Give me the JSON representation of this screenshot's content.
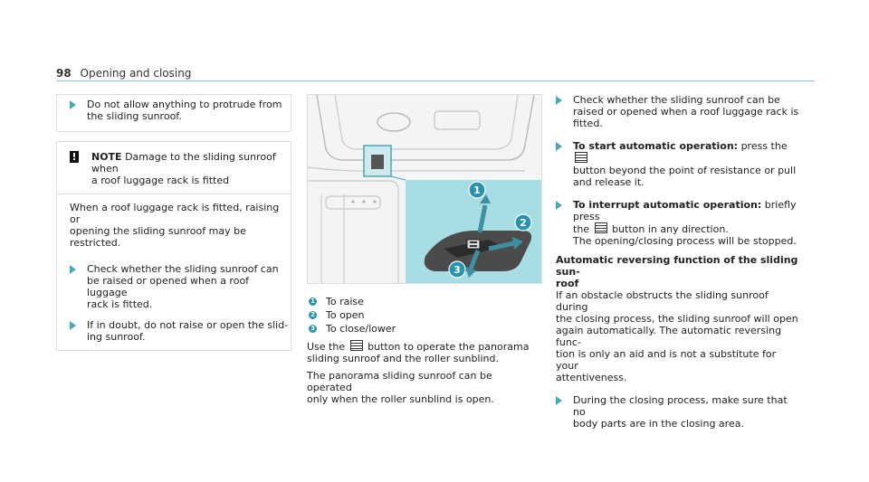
{
  "header": {
    "page_number": "98",
    "section_title": "Opening and closing"
  },
  "col1": {
    "step1_a": "Do not allow anything to protrude from",
    "step1_b": "the sliding sunroof.",
    "note_label": "NOTE",
    "note_title_a": "Damage to the sliding sunroof when",
    "note_title_b": "a roof luggage rack is fitted",
    "note_body_a": "When a roof luggage rack is fitted, raising or",
    "note_body_b": "opening the sliding sunroof may be restricted.",
    "step2_a": "Check whether the sliding sunroof can",
    "step2_b": "be raised or opened when a roof luggage",
    "step2_c": "rack is fitted.",
    "step3_a": "If in doubt, do not raise or open the slid-",
    "step3_b": "ing sunroof."
  },
  "illustration": {
    "callouts": [
      "1",
      "2",
      "3"
    ]
  },
  "legend": [
    {
      "num": "1",
      "text": "To raise"
    },
    {
      "num": "2",
      "text": "To open"
    },
    {
      "num": "3",
      "text": "To close/lower"
    }
  ],
  "col2": {
    "use_pre": "Use the",
    "use_post": "button to operate the panorama",
    "use_line2": "sliding sunroof and the roller sunblind.",
    "para2_a": "The panorama sliding sunroof can be operated",
    "para2_b": "only when the roller sunblind is open."
  },
  "col3": {
    "step1_a": "Check whether the sliding sunroof can be",
    "step1_b": "raised or opened when a roof luggage rack is",
    "step1_c": "fitted.",
    "start_label": "To start automatic operation:",
    "start_pre": "press the",
    "start_line2": "button beyond the point of resistance or pull",
    "start_line3": "and release it.",
    "interrupt_label": "To interrupt automatic operation:",
    "interrupt_post": "briefly press",
    "interrupt_line2_pre": "the",
    "interrupt_line2_post": "button in any direction.",
    "interrupt_line3": "The opening/closing process will be stopped.",
    "heading_a": "Automatic reversing function of the sliding sun-",
    "heading_b": "roof",
    "body_a": "If an obstacle obstructs the sliding sunroof during",
    "body_b": "the closing process, the sliding sunroof will open",
    "body_c": "again automatically. The automatic reversing func-",
    "body_d": "tion is only an aid and is not a substitute for your",
    "body_e": "attentiveness.",
    "step_last_a": "During the closing process, make sure that no",
    "step_last_b": "body parts are in the closing area."
  },
  "colors": {
    "accent": "#4aa6b8",
    "callout": "#2a93ad",
    "highlight": "#9fd8df"
  }
}
